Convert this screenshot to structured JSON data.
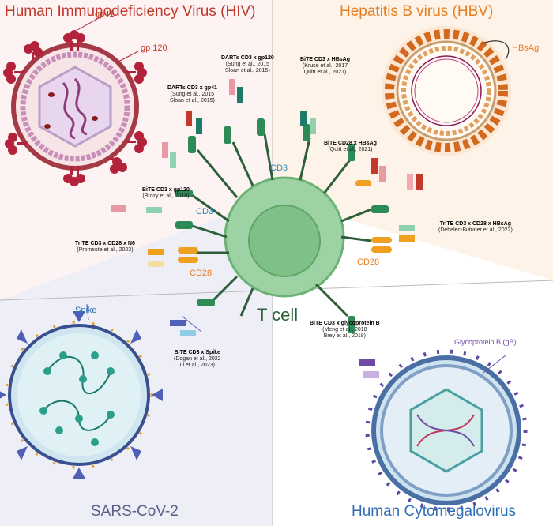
{
  "quadrants": {
    "hiv": {
      "title": "Human Immunodeficiency Virus (HIV)",
      "color": "#c0392b"
    },
    "hbv": {
      "title": "Hepatitis B virus (HBV)",
      "color": "#e67e22"
    },
    "sars": {
      "title": "SARS-CoV-2",
      "color": "#5b5f8a"
    },
    "hcmv": {
      "title": "Human Cytomegalovirus",
      "color": "#2e6fb5"
    }
  },
  "center": {
    "label": "T cell"
  },
  "receptor_labels": {
    "cd3_top": "CD3",
    "cd3_left": "CD3",
    "cd28_left": "CD28",
    "cd28_right": "CD28"
  },
  "antigens": {
    "gp41": "gp41",
    "gp120": "gp 120",
    "hbsag": "HBsAg",
    "spike": "Spike",
    "gb": "Glycoprotein B (gB)"
  },
  "constructs": [
    {
      "id": "darts-gp120",
      "title": "DARTs CD3 x gp120",
      "refs": [
        "(Sung et al., 2015",
        "Sloan et al., 2015)"
      ]
    },
    {
      "id": "darts-gp41",
      "title": "DARTs CD3 x gp41",
      "refs": [
        "(Sung et al., 2015",
        "Sloan et al., 2015)"
      ]
    },
    {
      "id": "bite-hbsag",
      "title": "BiTE CD3 x HBsAg",
      "refs": [
        "(Kruse et al., 2017",
        "Quitt et al., 2021)"
      ]
    },
    {
      "id": "bite-cd28-hbsag",
      "title": "BiTE CD28 x HBsAg",
      "refs": [
        "(Quitt et al., 2021)"
      ]
    },
    {
      "id": "bite-gp120",
      "title": "BiTE CD3 x gp120",
      "refs": [
        "(Brozy et al., 2018)"
      ]
    },
    {
      "id": "trite-n6",
      "title": "TriTE CD3 x CD28 x N6",
      "refs": [
        "(Promsote et al., 2023)"
      ]
    },
    {
      "id": "trite-hbsag",
      "title": "TriTE CD3 x CD28 x HBsAg",
      "refs": [
        "(Debelec-Butuner et al., 2022)"
      ]
    },
    {
      "id": "bite-spike",
      "title": "BiTE CD3 x Spike",
      "refs": [
        "(Dogan et al., 2022",
        "Li et al., 2023)"
      ]
    },
    {
      "id": "bite-gb",
      "title": "BiTE CD3 x glycoprotein B",
      "refs": [
        "(Meng et al., 2018",
        "Brey et al., 2018)"
      ]
    }
  ],
  "colors": {
    "cd3": "#2e8b57",
    "cd28": "#f0a020",
    "hiv_spike": "#b3223a",
    "hbv_outer": "#d2691e",
    "sars_spike": "#5060b8",
    "hcmv": "#5a7fb0",
    "tcell": "#9dd3a4"
  }
}
